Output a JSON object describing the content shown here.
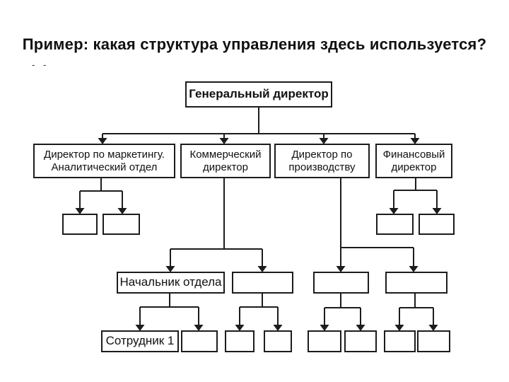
{
  "slide": {
    "title": "Пример: какая структура управления здесь используется?",
    "stray_mark": "- -"
  },
  "diagram": {
    "type": "org-chart",
    "line_color": "#1c1c1c",
    "background_color": "#ffffff",
    "nodes": {
      "general_director": "Генеральный директор",
      "marketing_director": "Директор по маркетингу. Аналитический отдел",
      "commercial_director": "Коммерческий директор",
      "production_director": "Директор по производству",
      "financial_director": "Финансовый директор",
      "department_head": "Начальник отдела",
      "employee_1": "Сотрудник 1"
    },
    "hierarchy": {
      "general_director": [
        "marketing_director",
        "commercial_director",
        "production_director",
        "financial_director"
      ],
      "marketing_director": [
        "empty",
        "empty"
      ],
      "commercial_director": [
        "department_head",
        "empty"
      ],
      "production_director": [
        "empty",
        "empty"
      ],
      "financial_director": [
        "empty",
        "empty"
      ],
      "department_head": [
        "employee_1",
        "empty"
      ],
      "unlabeled_boxes_have_children": "each empty mid-level box has two empty child boxes"
    },
    "empty_node_count": 14
  }
}
